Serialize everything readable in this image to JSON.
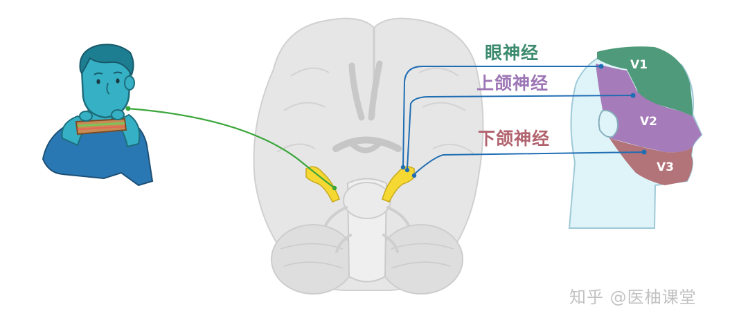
{
  "labels": {
    "v1_nerve": "眼神经",
    "v2_nerve": "上颌神经",
    "v3_nerve": "下颌神经"
  },
  "zones": {
    "v1": "V1",
    "v2": "V2",
    "v3": "V3"
  },
  "watermark": "知乎 @医柚课堂",
  "colors": {
    "v1_zone": "#4e9a7a",
    "v2_zone": "#a57bb9",
    "v3_zone": "#b27379",
    "v1_text": "#3b8a6e",
    "v2_text": "#9d76b5",
    "v3_text": "#b1636e",
    "nerve_line": "#1f6db3",
    "sensory_line": "#3aa63a",
    "ganglion": "#f5d832",
    "person_skin": "#36b0c4",
    "person_shirt": "#2a78b3",
    "brain": "#e4e4e4"
  }
}
